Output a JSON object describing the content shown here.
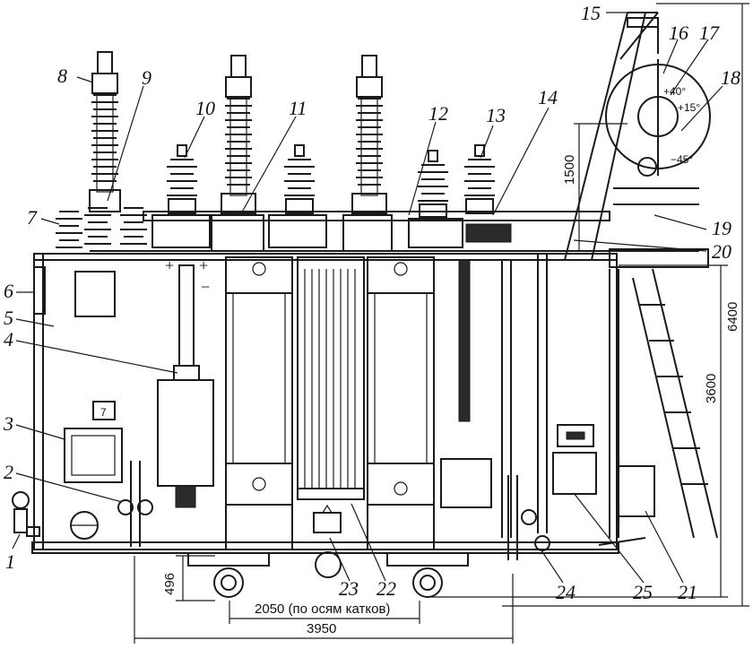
{
  "callouts": [
    "1",
    "2",
    "3",
    "4",
    "5",
    "6",
    "7",
    "8",
    "9",
    "10",
    "11",
    "12",
    "13",
    "14",
    "15",
    "16",
    "17",
    "18",
    "19",
    "20",
    "21",
    "22",
    "23",
    "24",
    "25"
  ],
  "dimensions": {
    "d496": "496",
    "d2050": "2050 (по осям катков)",
    "d3950": "3950",
    "d1500": "1500",
    "d3600": "3600",
    "d6400": "6400"
  },
  "gauge": {
    "plus40": "+40°",
    "plus15": "+15°",
    "minus45": "−45°"
  },
  "signs": {
    "plus": "+",
    "minus": "−"
  },
  "relay_label": "7"
}
